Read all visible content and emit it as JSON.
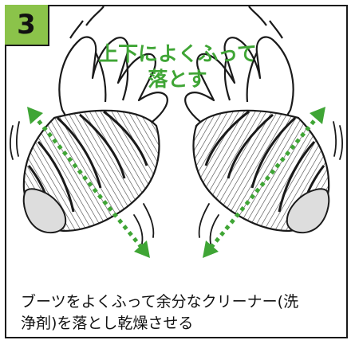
{
  "step": {
    "number": "3"
  },
  "heading": {
    "line1": "上下によくふって",
    "line2": "落とす"
  },
  "instruction": {
    "line1": "ブーツをよくふって余分なクリーナー(洗",
    "line2": "浄剤)を落とし乾燥させる"
  },
  "colors": {
    "accent_green": "#3fa535",
    "badge_green": "#8bc34a",
    "outline": "#1a1a1a"
  },
  "icons": [
    "double-headed-arrow-icon",
    "motion-lines-icon"
  ]
}
